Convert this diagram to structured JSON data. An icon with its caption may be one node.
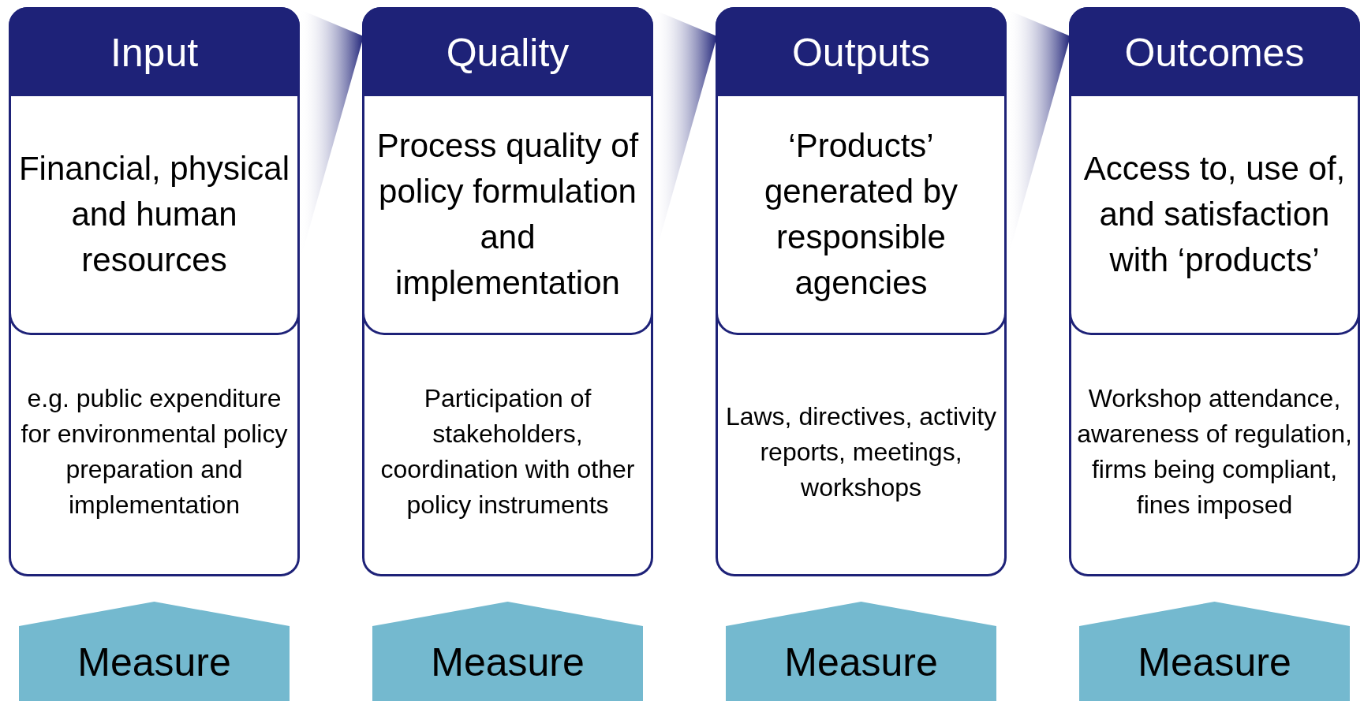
{
  "diagram": {
    "nodes": [
      {
        "text": [
          "Input",
          "e.g. public expenditure for environmental policy preparation and implementation"
        ]
      },
      {
        "text": [
          "Financial, physical and human resources"
        ],
        "in": 0
      },
      {
        "text": [
          "Measure"
        ]
      },
      {
        "text": [
          "Quality",
          "Participation of stakeholders, coordination with other policy instruments"
        ]
      },
      {
        "text": [
          "Process quality of policy formulation and implementation"
        ],
        "in": 3
      },
      {
        "text": [
          "Measure"
        ]
      },
      {
        "text": [
          "Outputs",
          "Laws, directives, activity reports, meetings, workshops"
        ]
      },
      {
        "text": [
          "‘Products’ generated by responsible agencies"
        ],
        "in": 6
      },
      {
        "text": [
          "Measure"
        ]
      },
      {
        "text": [
          "Outcomes",
          "Workshop attendance, awareness of regulation, firms being compliant, fines imposed"
        ]
      },
      {
        "text": [
          "Access to, use of, and satisfaction with ‘products’"
        ],
        "in": 9
      },
      {
        "text": [
          "Measure"
        ]
      }
    ],
    "edges": [
      {
        "from": 0,
        "to": 3,
        "arrow": "none"
      },
      {
        "from": 3,
        "to": 6,
        "arrow": "none"
      },
      {
        "from": 6,
        "to": 9,
        "arrow": "none"
      }
    ]
  }
}
